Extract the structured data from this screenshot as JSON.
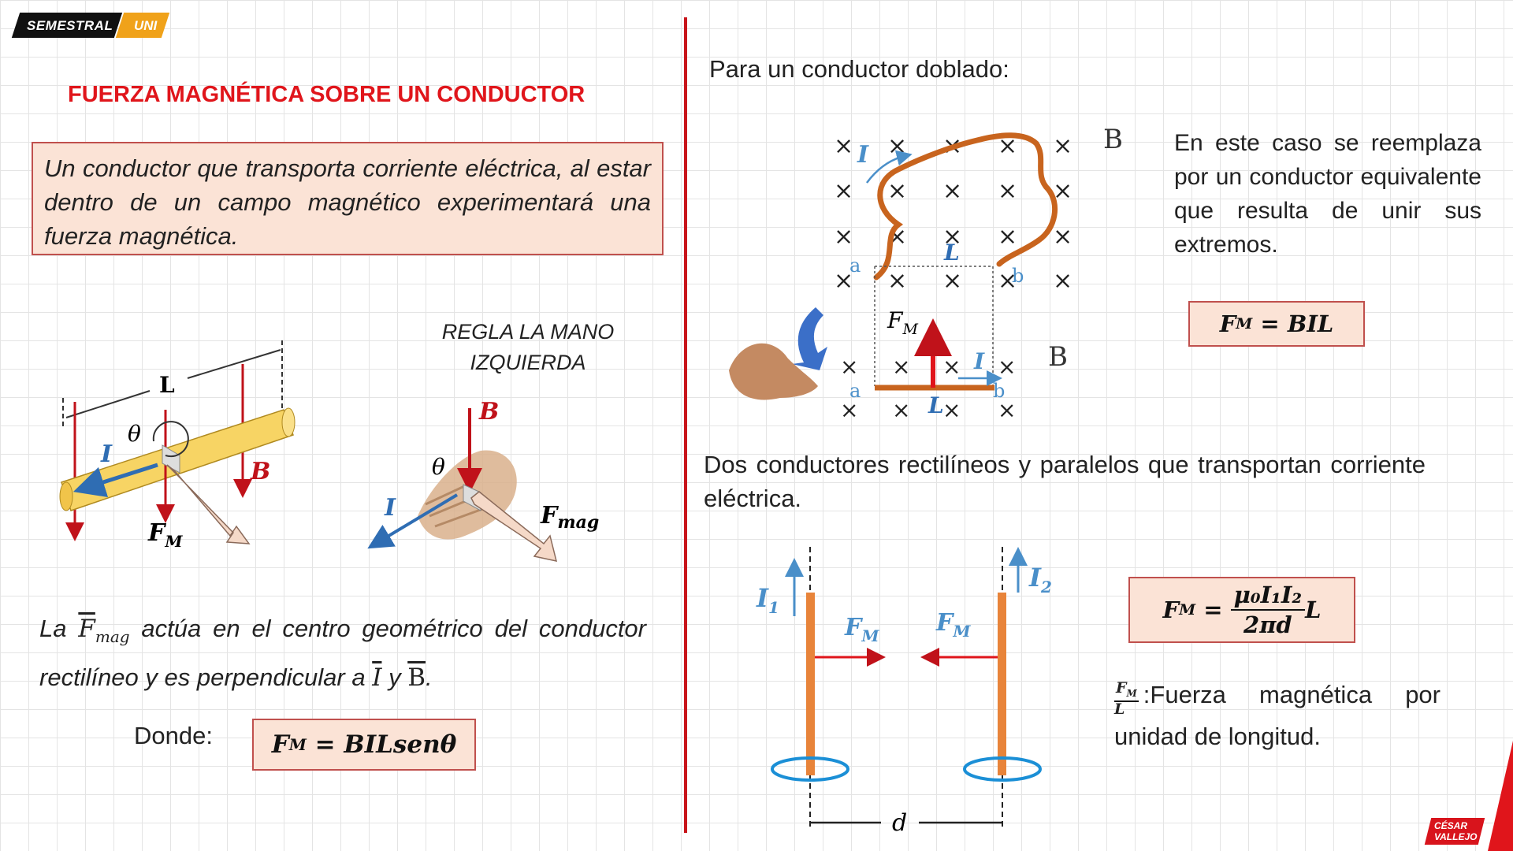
{
  "header": {
    "brand_left": "SEMESTRAL",
    "brand_right": "UNI"
  },
  "left": {
    "title": "FUERZA MAGNÉTICA SOBRE UN CONDUCTOR",
    "definition": "Un conductor que transporta corriente eléctrica, al estar dentro de un campo magnético experimentará una fuerza magnética.",
    "rule_line1": "REGLA LA MANO",
    "rule_line2": "IZQUIERDA",
    "diagram1": {
      "L": "L",
      "theta": "θ",
      "I": "I",
      "B": "B",
      "FM": "F",
      "FM_sub": "M"
    },
    "diagram2": {
      "B": "B",
      "theta": "θ",
      "I": "I",
      "Fmag": "F",
      "Fmag_sub": "mag"
    },
    "sentence_prefix": "La",
    "sentence_vec": "F",
    "sentence_vec_sub": "mag",
    "sentence_rest": "actúa en el centro geométrico del conductor rectilíneo y es perpendicular a",
    "sentence_I": "I",
    "sentence_y": "y",
    "sentence_B": "B",
    "sentence_end": ".",
    "donde": "Donde:",
    "formula": {
      "lhs": "F",
      "sub": "M",
      "rhs": " = BILsenθ"
    }
  },
  "right": {
    "intro": "Para un conductor doblado:",
    "equivalente": "En este caso se reemplaza por un conductor equivalente que resulta de unir sus extremos.",
    "formula_bil": {
      "lhs": "F",
      "sub": "M",
      "rhs": " = BIL"
    },
    "diagram_bent": {
      "I": "I",
      "B": "B",
      "a": "a",
      "b": "b",
      "L": "L",
      "FM": "F",
      "FM_sub": "M",
      "x": "×"
    },
    "paralelos": "Dos conductores rectilíneos y paralelos que transportan corriente eléctrica.",
    "diagram_parallel": {
      "I1": "I",
      "I1_sub": "1",
      "I2": "I",
      "I2_sub": "2",
      "FM": "F",
      "FM_sub": "M",
      "d": "d"
    },
    "formula_parallel": {
      "lhs": "F",
      "sub": "M",
      "eq": " = ",
      "num": "μ₀I₁I₂",
      "den": "2πd",
      "tail": "L"
    },
    "per_length_num": "F",
    "per_length_num_sub": "M",
    "per_length_den": "L",
    "per_length_text": ":Fuerza magnética por unidad de longitud."
  },
  "footer": {
    "cv_line1": "CÉSAR",
    "cv_line2": "VALLEJO"
  },
  "colors": {
    "title_red": "#e0151b",
    "box_fill": "#fbe3d6",
    "box_border": "#c0504d",
    "wire_orange": "#c8641e",
    "arrow_blue": "#4a8fc9"
  }
}
